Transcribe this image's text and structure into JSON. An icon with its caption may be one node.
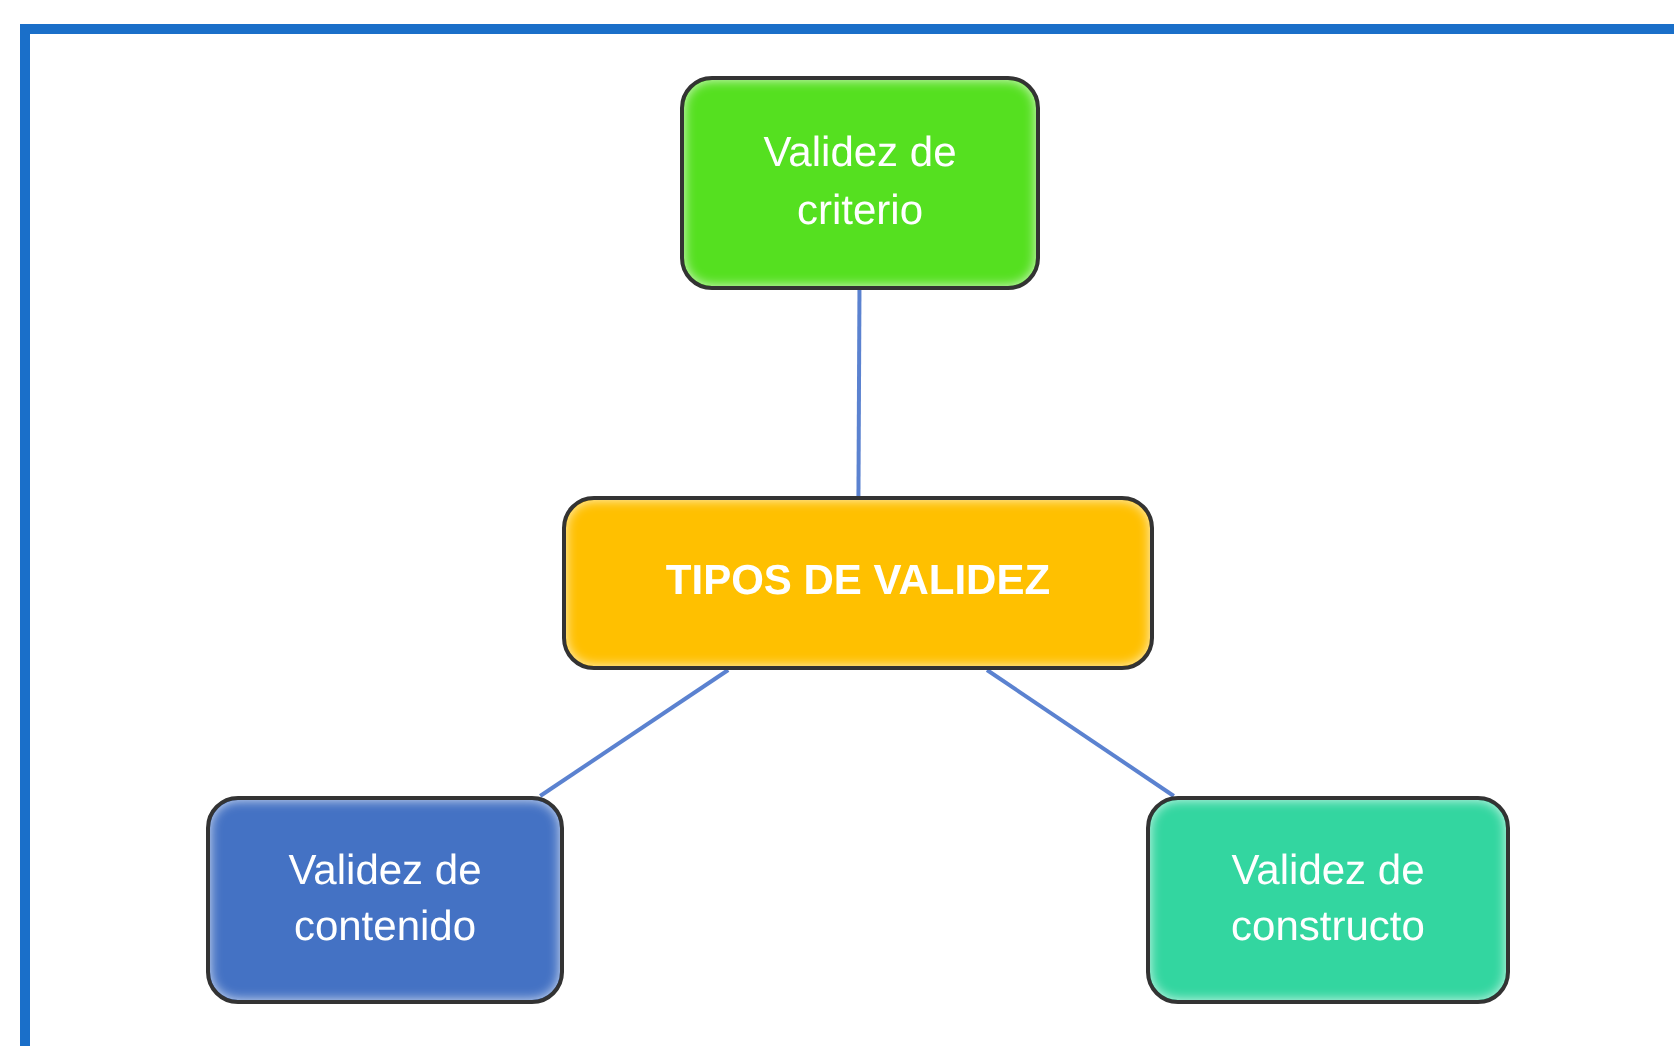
{
  "diagram": {
    "nodes": [
      {
        "text": [
          "Validez de criterio"
        ]
      },
      {
        "text": [
          "TIPOS DE VALIDEZ"
        ]
      },
      {
        "text": [
          "Validez de contenido"
        ]
      },
      {
        "text": [
          "Validez de constructo"
        ]
      }
    ],
    "edges": [
      {
        "from": 1,
        "to": 0,
        "arrow": "none"
      },
      {
        "from": 1,
        "to": 2,
        "arrow": "none"
      },
      {
        "from": 1,
        "to": 3,
        "arrow": "none"
      }
    ]
  }
}
